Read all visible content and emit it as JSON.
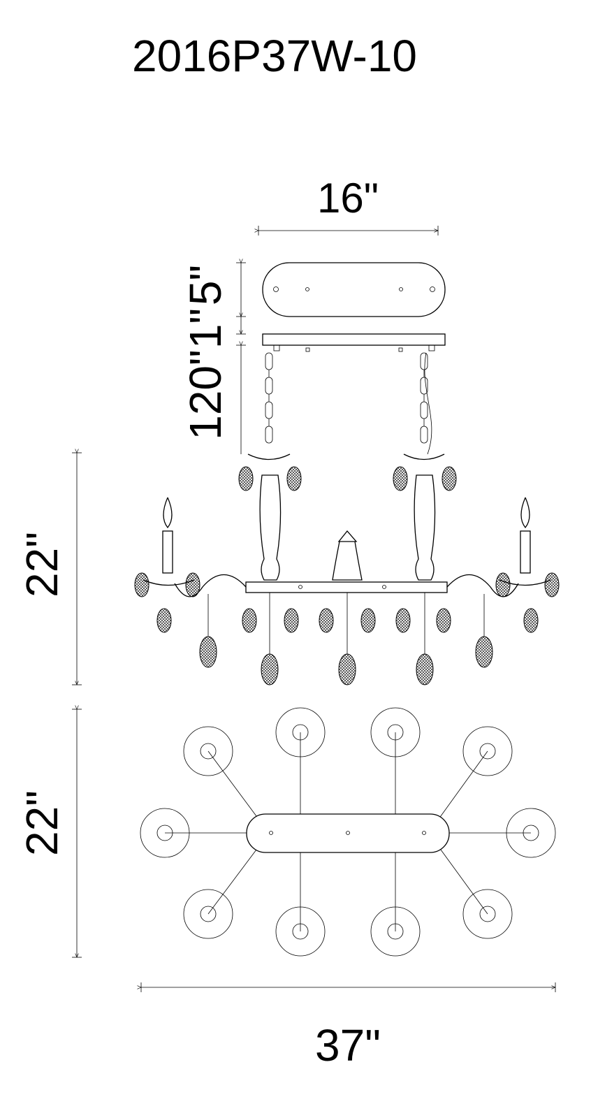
{
  "title": "2016P37W-10",
  "dimensions": {
    "canopy_width": "16\"",
    "canopy_depth": "5\"",
    "canopy_height": "1\"",
    "chain_length": "120\"",
    "fixture_height": "22\"",
    "fixture_depth": "22\"",
    "fixture_width": "37\""
  },
  "colors": {
    "line": "#000000",
    "background": "#ffffff"
  }
}
